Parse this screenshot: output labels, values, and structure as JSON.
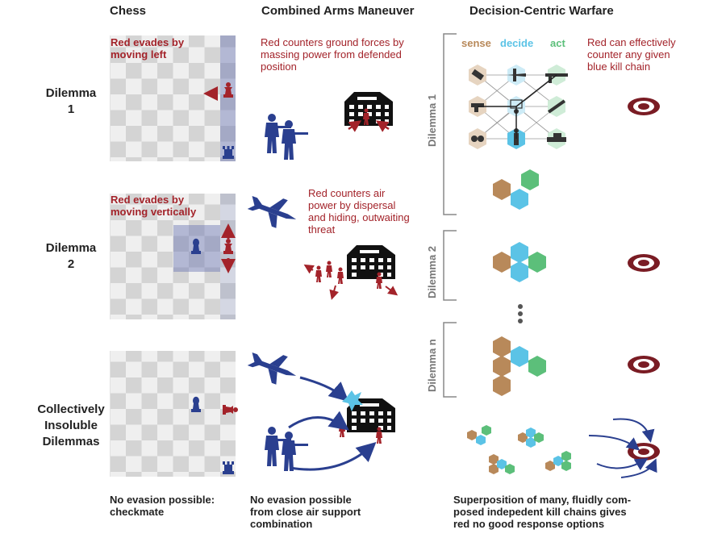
{
  "headers": {
    "chess": "Chess",
    "combined_arms": "Combined Arms Maneuver",
    "decision_centric": "Decision-Centric Warfare"
  },
  "rows": {
    "dilemma1": "Dilemma\n1",
    "dilemma2": "Dilemma\n2",
    "insoluble": "Collectively\nInsoluble\nDilemmas"
  },
  "chess_notes": {
    "row1": "Red evades by\nmoving left",
    "row2": "Red evades by\nmoving vertically"
  },
  "cam_notes": {
    "row1": "Red counters ground forces by\nmassing power from defended\nposition",
    "row2": "Red counters air\npower by dispersal\nand hiding, outwaiting\nthreat"
  },
  "dcw": {
    "sense": "sense",
    "decide": "decide",
    "act": "act",
    "note": "Red can effectively\ncounter any given\nblue kill chain",
    "bracket1": "Dilemma 1",
    "bracket2": "Dilemma 2",
    "bracketn": "Dilemma  n",
    "colors": {
      "sense": "#b8895a",
      "decide": "#5bc3e6",
      "act": "#5cbf7a",
      "red": "#a3232a",
      "blue": "#2a3f8f"
    }
  },
  "captions": {
    "chess": "No evasion possible:\ncheckmate",
    "combined_arms": "No evasion possible\nfrom close air support\ncombination",
    "decision_centric": "Superposition of many, fluidly com-\nposed indepedent kill chains gives\nred no good response options"
  },
  "icons": [
    "rook-icon",
    "knight-icon",
    "bishop-icon",
    "soldiers-icon",
    "aircraft-icon",
    "building-icon",
    "target-icon",
    "drone-icon",
    "rifle-icon",
    "binoculars-icon",
    "commander-icon",
    "tank-icon",
    "missile-icon",
    "satellite-icon",
    "helicopter-icon"
  ]
}
